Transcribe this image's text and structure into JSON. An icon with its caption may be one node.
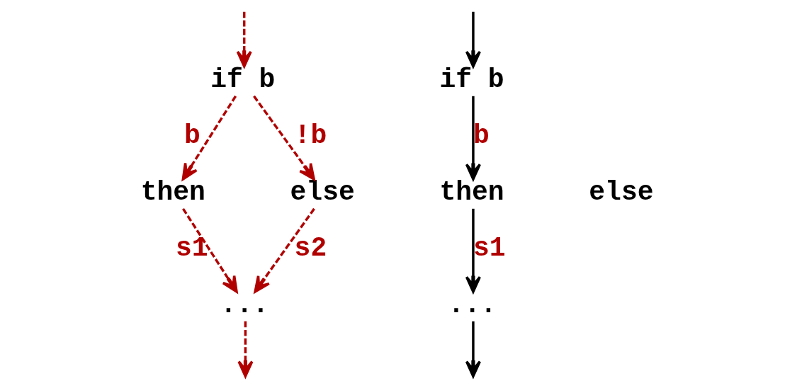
{
  "diagram": {
    "nodes": [
      {
        "text": [
          "if b"
        ]
      },
      {
        "text": [
          "then"
        ]
      },
      {
        "text": [
          "else"
        ]
      },
      {
        "text": [
          "..."
        ]
      },
      {
        "text": [
          "if b"
        ]
      },
      {
        "text": [
          "then"
        ]
      },
      {
        "text": [
          "else"
        ]
      },
      {
        "text": [
          "..."
        ]
      }
    ],
    "edges": [
      {
        "from": null,
        "to": 0,
        "arrow": "to",
        "style": "dashed"
      },
      {
        "from": 0,
        "to": 1,
        "arrow": "to",
        "label": "b",
        "style": "dashed"
      },
      {
        "from": 0,
        "to": 2,
        "arrow": "to",
        "label": "!b",
        "style": "dashed"
      },
      {
        "from": 1,
        "to": 3,
        "arrow": "to",
        "label": "s1",
        "style": "dashed"
      },
      {
        "from": 2,
        "to": 3,
        "arrow": "to",
        "label": "s2",
        "style": "dashed"
      },
      {
        "from": 3,
        "to": null,
        "arrow": "to",
        "style": "dashed"
      },
      {
        "from": null,
        "to": 4,
        "arrow": "to",
        "color": "#000000"
      },
      {
        "from": 4,
        "to": 5,
        "arrow": "to",
        "label": "b",
        "color": "#000000"
      },
      {
        "from": 5,
        "to": 7,
        "arrow": "to",
        "label": "s1",
        "color": "#000000"
      },
      {
        "from": 7,
        "to": null,
        "arrow": "to",
        "color": "#000000"
      }
    ]
  }
}
